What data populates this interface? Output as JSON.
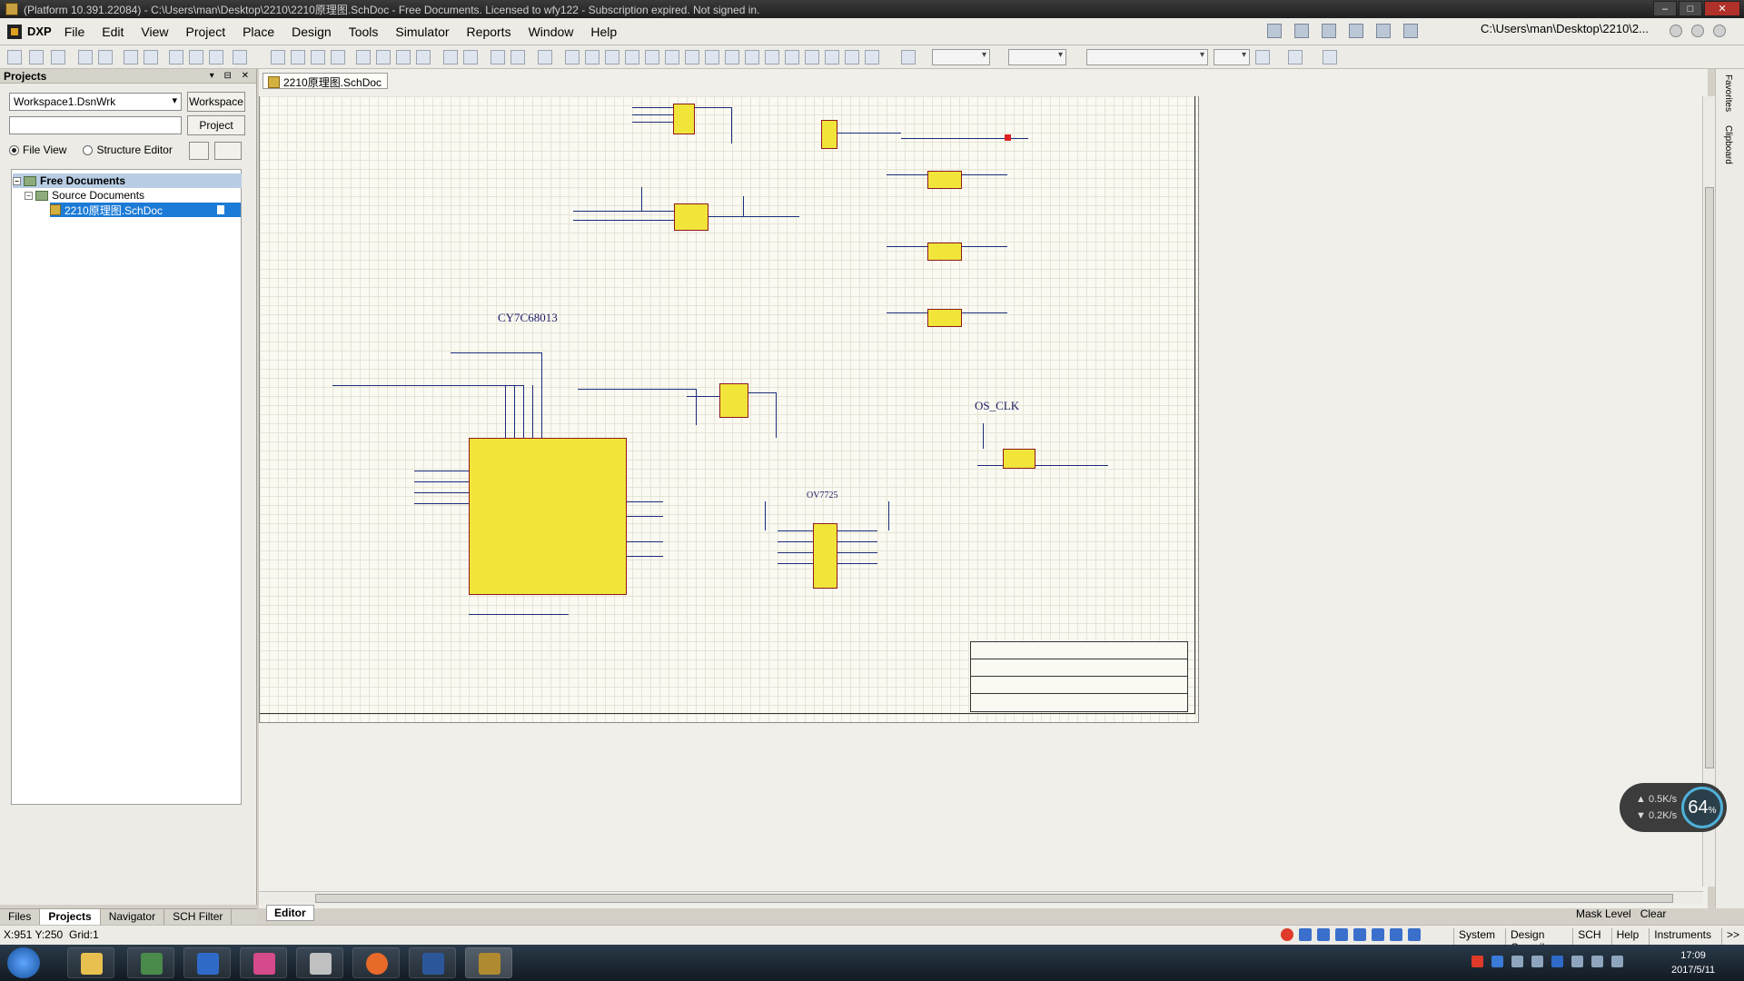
{
  "window": {
    "title": "(Platform 10.391.22084) - C:\\Users\\man\\Desktop\\2210\\2210原理图.SchDoc - Free Documents. Licensed to wfy122 - Subscription expired. Not signed in."
  },
  "menu": {
    "brand": "DXP",
    "items": [
      "File",
      "Edit",
      "View",
      "Project",
      "Place",
      "Design",
      "Tools",
      "Simulator",
      "Reports",
      "Window",
      "Help"
    ],
    "path": "C:\\Users\\man\\Desktop\\2210\\2..."
  },
  "projects_panel": {
    "title": "Projects",
    "workspace_value": "Workspace1.DsnWrk",
    "workspace_button": "Workspace",
    "project_button": "Project",
    "file_view": "File View",
    "structure_editor": "Structure Editor",
    "tree": {
      "root": "Free Documents",
      "folder": "Source Documents",
      "document": "2210原理图.SchDoc"
    },
    "tabs": [
      "Files",
      "Projects",
      "Navigator",
      "SCH Filter"
    ],
    "active_tab": "Projects"
  },
  "document": {
    "tab_label": "2210原理图.SchDoc",
    "editor_tab": "Editor",
    "labels": {
      "mcu": "CY7C68013",
      "camera": "OV7725",
      "clock": "OS_CLK"
    }
  },
  "right_strip": [
    "Favorites",
    "Clipboard"
  ],
  "mask": {
    "label": "Mask Level",
    "clear": "Clear"
  },
  "status": {
    "coord": "X:951 Y:250",
    "grid": "Grid:1",
    "buttons": [
      "System",
      "Design Compiler",
      "SCH",
      "Help",
      "Instruments",
      ">>"
    ]
  },
  "netmeter": {
    "up": "0.5K/s",
    "down": "0.2K/s",
    "percent": "64",
    "percent_suffix": "%"
  },
  "taskbar": {
    "time": "17:09",
    "date": "2017/5/11"
  }
}
